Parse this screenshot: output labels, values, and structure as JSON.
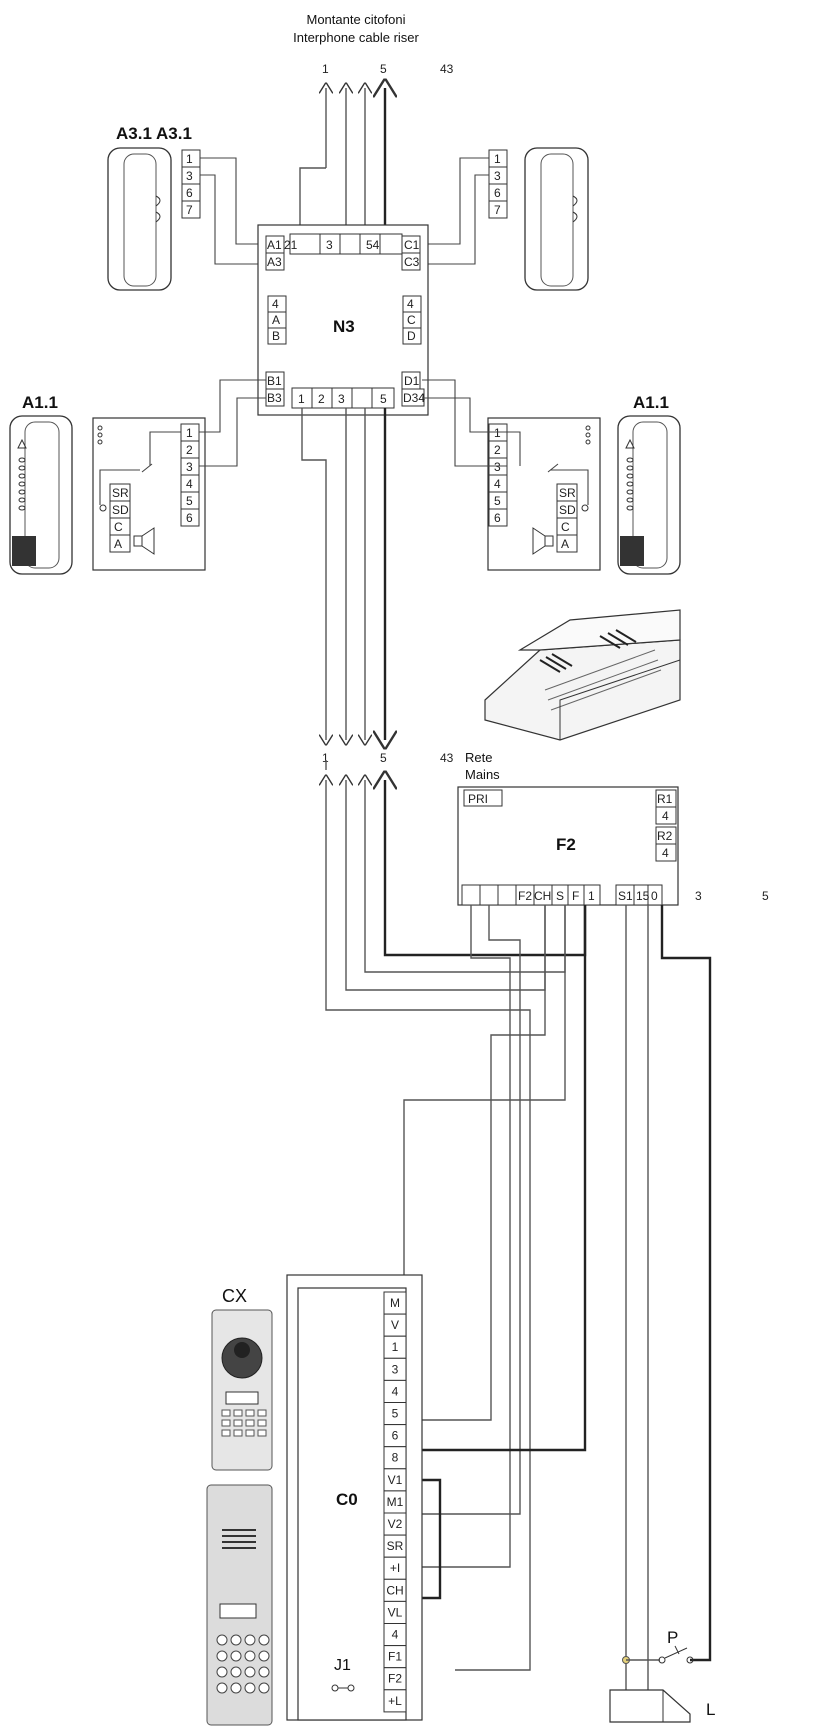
{
  "riser": {
    "title_it": "Montante citofoni",
    "title_en": "Interphone cable riser",
    "top_labels": [
      "1",
      "5",
      "43"
    ],
    "bottom_labels": [
      "1",
      "5",
      "43"
    ]
  },
  "handsets": {
    "top_left_label": "A3.1 A3.1",
    "bottom_left_label": "A1.1",
    "bottom_right_label": "A1.1"
  },
  "handset_strips": {
    "top": [
      "1",
      "3",
      "6",
      "7"
    ],
    "bottom": [
      "1",
      "2",
      "3",
      "4",
      "5",
      "6"
    ],
    "bottom_side": [
      "SR",
      "SD",
      "C",
      "A"
    ]
  },
  "n3": {
    "title": "N3",
    "top_row": [
      "21",
      "3",
      "54"
    ],
    "bottom_row": [
      "1",
      "2",
      "3",
      "5"
    ],
    "left_top": [
      "A1",
      "A3"
    ],
    "left_mid": [
      "4",
      "A",
      "B"
    ],
    "left_bottom": [
      "B1",
      "B3"
    ],
    "right_top": [
      "C1",
      "C3"
    ],
    "right_mid": [
      "4",
      "C",
      "D"
    ],
    "right_bottom": [
      "D1",
      "D34"
    ]
  },
  "f2": {
    "title": "F2",
    "mains_it": "Rete",
    "mains_en": "Mains",
    "pri": "PRI",
    "right_terms": [
      "R1",
      "4",
      "R2",
      "4"
    ],
    "bottom_terms": [
      "F2",
      "CH",
      "S",
      "F",
      "1",
      "S1",
      "15",
      "0"
    ],
    "outside_labels": [
      "3",
      "5"
    ]
  },
  "panel": {
    "cx_label": "CX",
    "title": "C0",
    "jumper": "J1",
    "terms": [
      "M",
      "V",
      "1",
      "3",
      "4",
      "5",
      "6",
      "8",
      "V1",
      "M1",
      "V2",
      "SR",
      "+I",
      "CH",
      "VL",
      "4",
      "F1",
      "F2",
      "+L"
    ]
  },
  "lock": {
    "button_label": "P",
    "lock_label": "L"
  }
}
